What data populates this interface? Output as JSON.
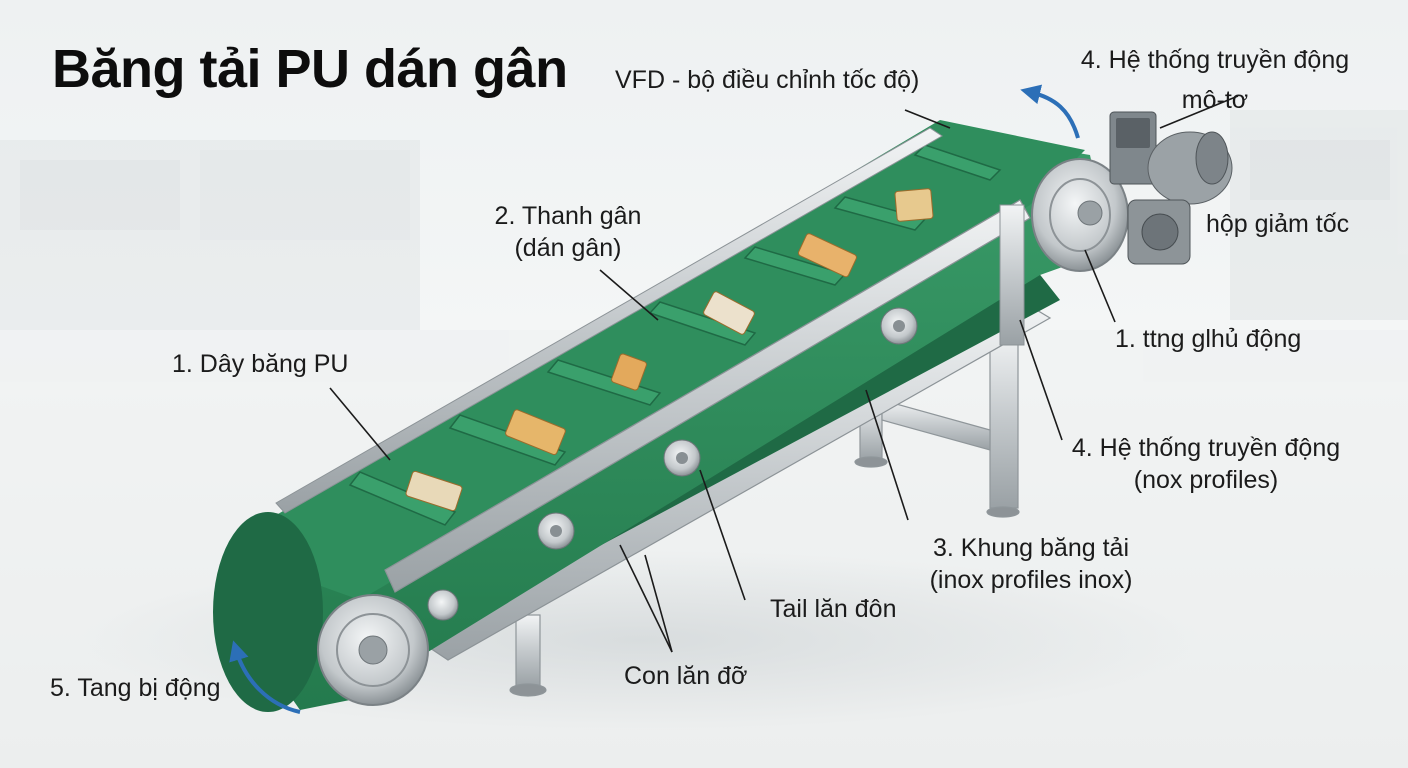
{
  "title": "Băng tải PU dán gân",
  "labels": {
    "vfd": "VFD - bộ điều chỉnh tốc độ)",
    "drive_top": "4. Hệ thống truyền động",
    "motor": "mô-tơ",
    "gearbox": "hộp giảm tốc",
    "cleat_1": "2. Thanh gân",
    "cleat_2": "(dán gân)",
    "belt": "1. Dây băng PU",
    "drive_roller": "1. ttng glhủ động",
    "drive_side_1": "4. Hệ thống truyền động",
    "drive_side_2": "(nox profiles)",
    "frame_1": "3. Khung băng tải",
    "frame_2": "(inox profiles inox)",
    "tail": "Tail lăn đôn",
    "support": "Con lăn đỡ",
    "idler": "5. Tang bị động"
  },
  "colors": {
    "belt_green": "#2e8a5b",
    "belt_dark": "#1f6a45",
    "steel": "#c9cdd0",
    "arrow_blue": "#2c6fb7"
  }
}
